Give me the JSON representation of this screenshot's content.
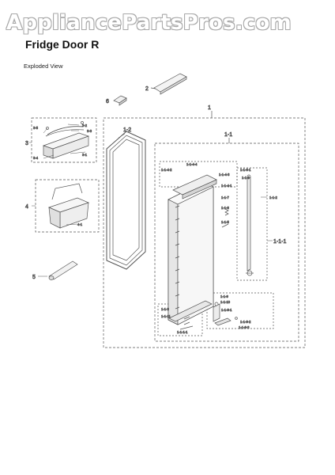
{
  "watermark": "AppliancePartsPros.com",
  "title": "Fridge Door R",
  "subtitle": "Exploded View",
  "callouts": {
    "c1": "1",
    "c1_1": "1-1",
    "c1_2": "1-2",
    "c1_1_1": "1-1-1",
    "c1_1_2": "1-1-2",
    "c2": "2",
    "c3": "3",
    "c3_1": "3-1",
    "c3_2": "3-2",
    "c3_3": "3-3",
    "c3_4": "3-4",
    "c3_5": "3-5",
    "c4": "4",
    "c4_1": "4-1",
    "c5": "5",
    "c6": "6"
  },
  "small_labels": {
    "s_a": "1-1-4-2",
    "s_b": "1-1-4-4",
    "s_c": "1-1-4-3",
    "s_d": "1-1-4-1",
    "s_e": "1-1-6-1",
    "s_f": "1-1-6",
    "s_g": "1-1-7",
    "s_h": "1-1-8",
    "s_i": "1-1-5",
    "s_j": "1-1-9",
    "s_k": "1-1-10",
    "s_l": "1-1-9-1",
    "s_m": "1-1-9-2",
    "s_n": "1-1-9-3",
    "s_o": "1-1-3",
    "s_p": "1-1-11",
    "s_q": "1-1-1-1"
  }
}
